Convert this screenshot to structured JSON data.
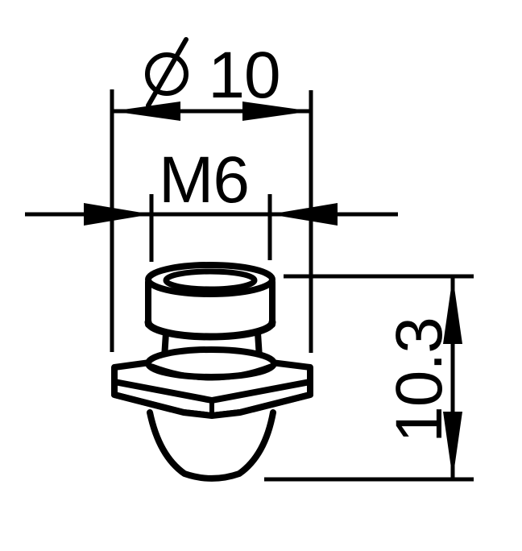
{
  "drawing": {
    "line_color": "#000000",
    "background_color": "#ffffff",
    "dimensions": {
      "diameter": {
        "symbol": "Ø",
        "value": "10"
      },
      "thread": {
        "value": "M6"
      },
      "height": {
        "value": "10.3"
      }
    }
  }
}
